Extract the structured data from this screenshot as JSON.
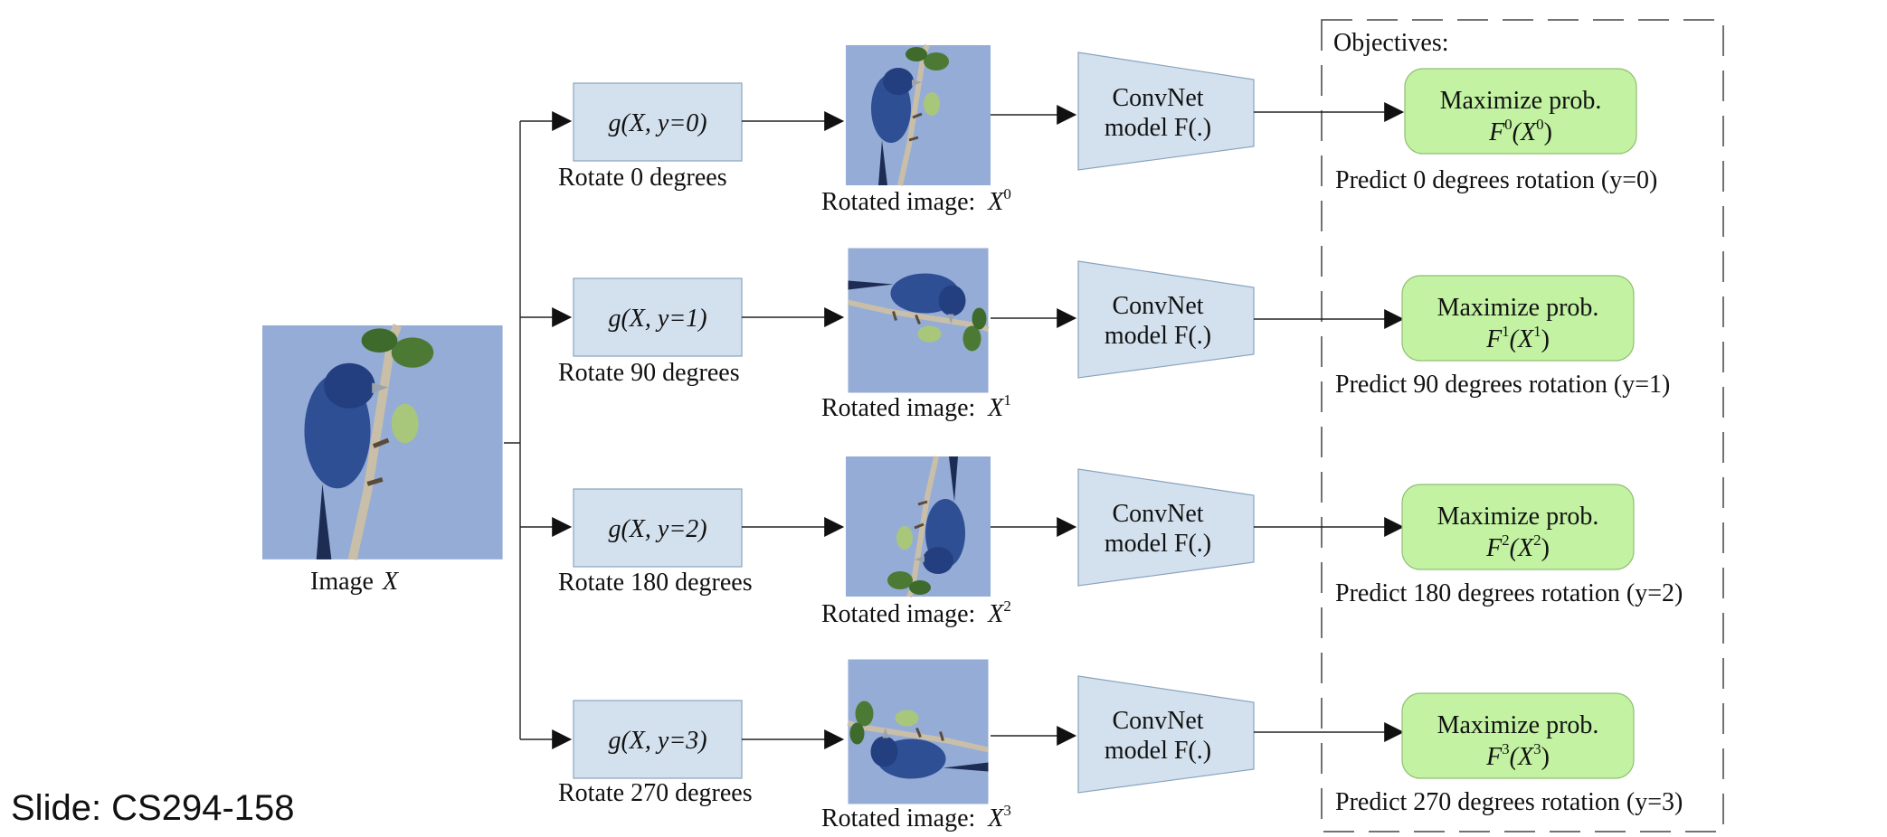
{
  "input": {
    "label_text": "Image",
    "label_var": "X"
  },
  "rows": [
    {
      "g_prefix": "g(",
      "g_var": "X",
      "g_rest": ", y=0)",
      "rotate_label": "Rotate 0 degrees",
      "rotated_text": "Rotated image:",
      "rotated_var": "X",
      "rotated_sup": "0",
      "model_line1": "ConvNet",
      "model_line2": "model F(.)",
      "obj_line1": "Maximize prob.",
      "obj_f": "F",
      "obj_sup": "0",
      "obj_paren": "(X",
      "obj_sup2": "0",
      "obj_close": ")",
      "predict": "Predict 0 degrees rotation (y=0)"
    },
    {
      "g_prefix": "g(",
      "g_var": "X",
      "g_rest": ", y=1)",
      "rotate_label": "Rotate 90 degrees",
      "rotated_text": "Rotated image:",
      "rotated_var": "X",
      "rotated_sup": "1",
      "model_line1": "ConvNet",
      "model_line2": "model F(.)",
      "obj_line1": "Maximize prob.",
      "obj_f": "F",
      "obj_sup": "1",
      "obj_paren": "(X",
      "obj_sup2": "1",
      "obj_close": ")",
      "predict": "Predict 90 degrees rotation (y=1)"
    },
    {
      "g_prefix": "g(",
      "g_var": "X",
      "g_rest": ", y=2)",
      "rotate_label": "Rotate 180 degrees",
      "rotated_text": "Rotated image:",
      "rotated_var": "X",
      "rotated_sup": "2",
      "model_line1": "ConvNet",
      "model_line2": "model F(.)",
      "obj_line1": "Maximize prob.",
      "obj_f": "F",
      "obj_sup": "2",
      "obj_paren": "(X",
      "obj_sup2": "2",
      "obj_close": ")",
      "predict": "Predict 180 degrees rotation (y=2)"
    },
    {
      "g_prefix": "g(",
      "g_var": "X",
      "g_rest": ", y=3)",
      "rotate_label": "Rotate 270 degrees",
      "rotated_text": "Rotated image:",
      "rotated_var": "X",
      "rotated_sup": "3",
      "model_line1": "ConvNet",
      "model_line2": "model F(.)",
      "obj_line1": "Maximize prob.",
      "obj_f": "F",
      "obj_sup": "3",
      "obj_paren": "(X",
      "obj_sup2": "3",
      "obj_close": ")",
      "predict": "Predict 270 degrees rotation (y=3)"
    }
  ],
  "objectives_title": "Objectives:",
  "footer": "Slide: CS294-158",
  "colors": {
    "g_box": "#d3e1ee",
    "model": "#d3e1ee",
    "objective": "#c2f2a2",
    "photo_sky": "#95acd6",
    "bird": "#2f4f95"
  }
}
